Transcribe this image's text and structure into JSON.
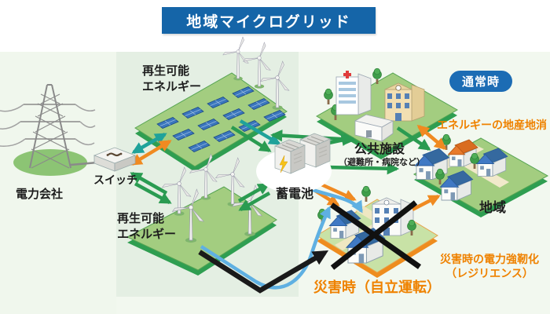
{
  "title": "地域マイクログリッド",
  "mode_badge": "通常時",
  "nodes": {
    "power_company": {
      "label": "電力会社"
    },
    "grid_switch": {
      "label": "スイッチ"
    },
    "renewable_top": {
      "label": "再生可能\nエネルギー"
    },
    "renewable_bottom": {
      "label": "再生可能\nエネルギー"
    },
    "storage_battery": {
      "label": "蓄電池"
    },
    "public_facility": {
      "label": "公共施設",
      "sublabel": "（避難所・病院など）"
    },
    "region": {
      "label": "地域"
    }
  },
  "annotations": {
    "local_energy": "エネルギーの地産地消",
    "disaster_resilience": "災害時の電力強靭化\n（レジリエンス）",
    "disaster_mode": "災害時（自立運転）"
  },
  "icons": {
    "battery_bolt": "lightning-bolt",
    "switch_symbol": "s-curve-disconnect",
    "blocked_connection": "black-x-mark"
  },
  "colors": {
    "title-bg": "#1565a8",
    "badge-bg": "#1c6cb4",
    "orange-text": "#ef8200",
    "arrow-green": "#2a9b51",
    "arrow-teal": "#1fa29a",
    "arrow-orange": "#f08a21",
    "arrow-blue": "#5fb0e2",
    "arrow-black": "#1a1a1a",
    "platform-top": "#a3cd80",
    "platform-edge": "#2f9e51",
    "disaster-border": "#ee8c1e"
  }
}
